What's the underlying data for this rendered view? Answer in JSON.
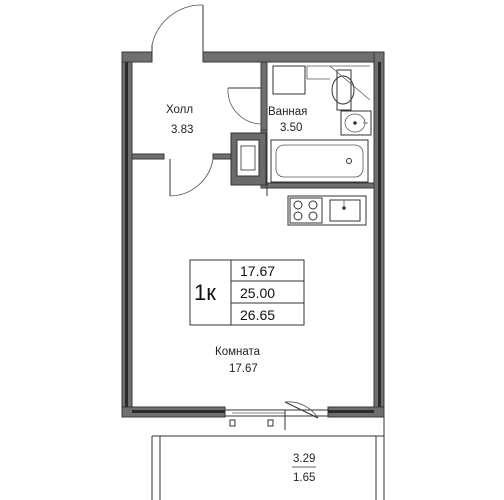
{
  "rooms": {
    "hall": {
      "name": "Холл",
      "area": "3.83"
    },
    "bathroom": {
      "name": "Ванная",
      "area": "3.50"
    },
    "room": {
      "name": "Комната",
      "area": "17.67"
    },
    "balcony": {
      "area_full": "3.29",
      "area_reduced": "1.65"
    }
  },
  "summary": {
    "type": "1к",
    "living_area": "17.67",
    "total_area": "25.00",
    "total_with_balcony": "26.65"
  }
}
